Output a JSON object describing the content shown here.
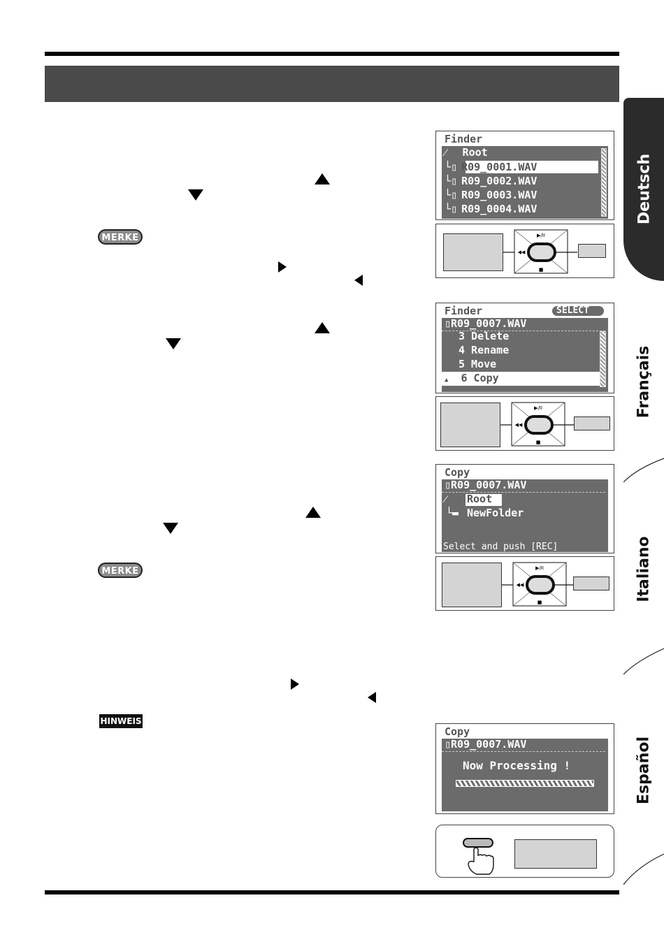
{
  "tabs": [
    {
      "label": "Deutsch",
      "active": true
    },
    {
      "label": "Français",
      "active": false
    },
    {
      "label": "Italiano",
      "active": false
    },
    {
      "label": "Español",
      "active": false
    }
  ],
  "badges": {
    "merke": "MERKE",
    "hinweis": "HINWEIS"
  },
  "screen1": {
    "title": "Finder",
    "rows": [
      {
        "prefix": "⁄ ",
        "text": "Root"
      },
      {
        "prefix": "└▯",
        "text": "R09_0001.WAV"
      },
      {
        "prefix": "└▯",
        "text": "R09_0002.WAV"
      },
      {
        "prefix": "└▯",
        "text": "R09_0003.WAV"
      },
      {
        "prefix": "└▯",
        "text": "R09_0004.WAV"
      }
    ]
  },
  "screen2": {
    "title": "Finder",
    "tag": "SELECT",
    "file": "▯R09_0007.WAV",
    "rows": [
      "3 Delete",
      "4 Rename",
      "5 Move",
      "6 Copy"
    ]
  },
  "screen3": {
    "title": "Copy",
    "file": "▯R09_0007.WAV",
    "root": "Root",
    "folder": "NewFolder",
    "footer": "Select and push [REC]"
  },
  "screen4": {
    "title": "Copy",
    "file": "▯R09_0007.WAV",
    "message": "Now Processing !"
  },
  "colors": {
    "banner": "#4a4a4a",
    "lcd": "#6b6b6b",
    "tab_active": "#2b2b2b"
  }
}
